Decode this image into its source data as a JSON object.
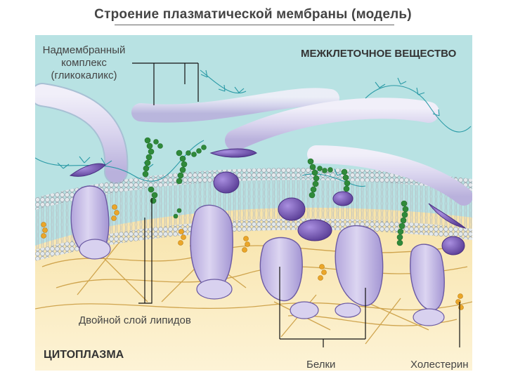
{
  "title": "Строение плазматической мембраны (модель)",
  "labels": {
    "glycocalyx": "Надмембранный\nкомплекс\n(гликокаликс)",
    "intercellular": "МЕЖКЛЕТОЧНОЕ ВЕЩЕСТВО",
    "bilayer": "Двойной слой липидов",
    "cytoplasm": "ЦИТОПЛАЗМА",
    "proteins": "Белки",
    "cholesterol": "Холестерин"
  },
  "colors": {
    "extracellular": "#b7e3e4",
    "cytoplasm": "#fbeec2",
    "lipid_head": "#d6dde3",
    "protein": "#c7bce6",
    "protein_dark": "#6f53a8",
    "glycoprotein": "#2f8a3a",
    "cholesterol": "#e8a628",
    "glycocalyx_fiber": "#3aa6b0",
    "cytoskeleton": "#c99b3c"
  }
}
